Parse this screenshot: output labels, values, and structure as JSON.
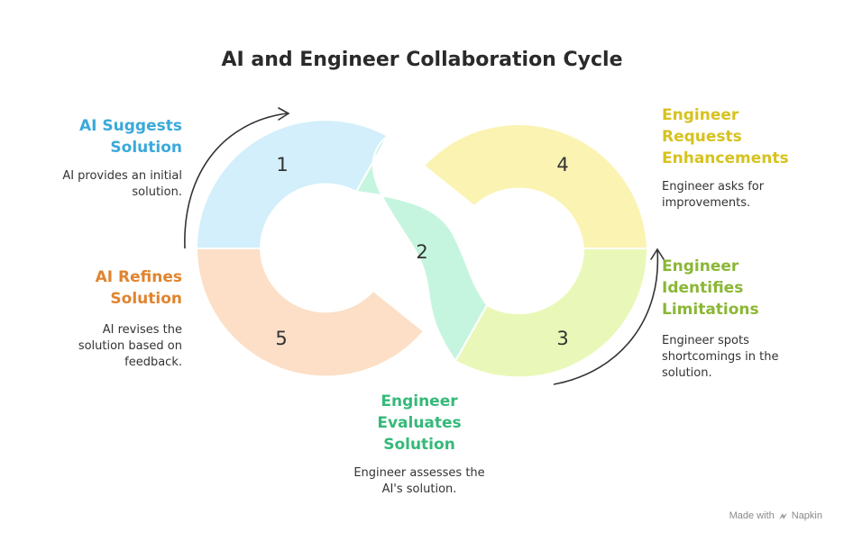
{
  "title": "AI and Engineer Collaboration Cycle",
  "steps": [
    {
      "number": "1",
      "heading_lines": [
        "AI Suggests",
        "Solution"
      ],
      "description_lines": [
        "AI provides an initial",
        "solution."
      ],
      "color": "#3BA9D9",
      "fill": "#D2EFFB"
    },
    {
      "number": "2",
      "heading_lines": [
        "Engineer",
        "Evaluates",
        "Solution"
      ],
      "description_lines": [
        "Engineer assesses the",
        "AI's solution."
      ],
      "color": "#35B97A",
      "fill": "#C6F5DF"
    },
    {
      "number": "3",
      "heading_lines": [
        "Engineer",
        "Identifies",
        "Limitations"
      ],
      "description_lines": [
        "Engineer spots",
        "shortcomings in the",
        "solution."
      ],
      "color": "#8BB735",
      "fill": "#E9F8B8"
    },
    {
      "number": "4",
      "heading_lines": [
        "Engineer",
        "Requests",
        "Enhancements"
      ],
      "description_lines": [
        "Engineer asks for",
        "improvements."
      ],
      "color": "#D7C21E",
      "fill": "#FBF3B2"
    },
    {
      "number": "5",
      "heading_lines": [
        "AI Refines",
        "Solution"
      ],
      "description_lines": [
        "AI revises the",
        "solution based on",
        "feedback."
      ],
      "color": "#E0842F",
      "fill": "#FCDFC6"
    }
  ],
  "footer": {
    "prefix": "Made with",
    "brand": "Napkin"
  }
}
